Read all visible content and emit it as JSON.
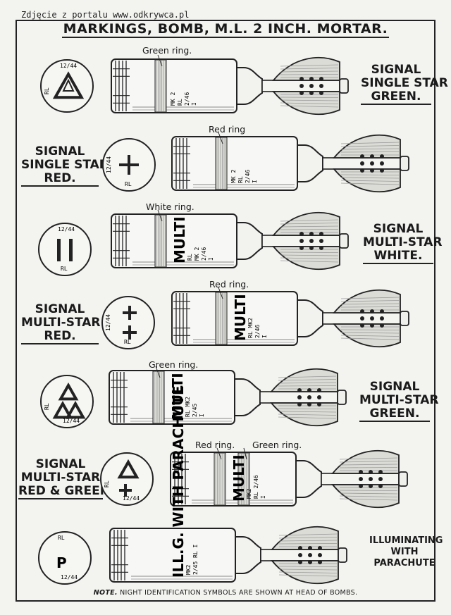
{
  "watermark": "Zdjęcie z portalu www.odkrywca.pl",
  "title": "MARKINGS, BOMB, M.L. 2 INCH. MORTAR.",
  "rows": [
    {
      "name_lines": [
        "SIGNAL",
        "SINGLE STAR",
        "GREEN."
      ],
      "rings": [
        "Green ring."
      ],
      "markings": [
        "MK 2",
        "RL",
        "2/46",
        "I"
      ],
      "multi_text": "",
      "symbol": {
        "type": "triangle",
        "top": "12/44",
        "side": "RL",
        "bottom": ""
      }
    },
    {
      "name_lines": [
        "SIGNAL",
        "SINGLE STAR",
        "RED."
      ],
      "rings": [
        "Red ring"
      ],
      "markings": [
        "MK 2",
        "RL",
        "2/46",
        "I"
      ],
      "multi_text": "",
      "symbol": {
        "type": "cross",
        "top": "",
        "side": "12/44",
        "bottom": "RL"
      }
    },
    {
      "name_lines": [
        "SIGNAL",
        "MULTI-STAR",
        "WHITE."
      ],
      "rings": [
        "White ring."
      ],
      "markings": [
        "RL",
        "MK 2",
        "2/46",
        "I"
      ],
      "multi_text": "MULTI",
      "symbol": {
        "type": "bars",
        "top": "12/44",
        "side": "",
        "bottom": "RL"
      }
    },
    {
      "name_lines": [
        "SIGNAL",
        "MULTI-STAR",
        "RED."
      ],
      "rings": [
        "Red ring."
      ],
      "markings": [
        "RL MK2",
        "2/46",
        "I"
      ],
      "multi_text": "MULTI",
      "symbol": {
        "type": "double-cross",
        "top": "",
        "side": "12/44",
        "bottom": "RL"
      }
    },
    {
      "name_lines": [
        "SIGNAL",
        "MULTI-STAR",
        "GREEN."
      ],
      "rings": [
        "Green ring."
      ],
      "markings": [
        "RL MK2",
        "2/45",
        "I"
      ],
      "multi_text": "MULTI",
      "symbol": {
        "type": "double-triangle",
        "top": "",
        "side": "RL",
        "bottom": "12/44"
      }
    },
    {
      "name_lines": [
        "SIGNAL",
        "MULTI-STAR",
        "RED & GREEN."
      ],
      "rings": [
        "Red ring.",
        "Green ring."
      ],
      "markings": [
        "MK2",
        "RL 2/46",
        "I"
      ],
      "multi_text": "MULTI",
      "symbol": {
        "type": "triangle-cross",
        "top": "",
        "side": "RL",
        "bottom": "12/44"
      }
    },
    {
      "name_lines": [
        "ILLUMINATING",
        "WITH",
        "PARACHUTE"
      ],
      "rings": [],
      "markings": [
        "MK2",
        "2/45 RL I"
      ],
      "multi_text": "ILL.G. WITH PARACHUTE",
      "symbol": {
        "type": "letter",
        "letter": "P",
        "top": "RL",
        "side": "",
        "bottom": "12/44"
      }
    }
  ],
  "note_label": "NOTE.",
  "note_text": "NIGHT IDENTIFICATION SYMBOLS ARE SHOWN AT HEAD OF BOMBS."
}
